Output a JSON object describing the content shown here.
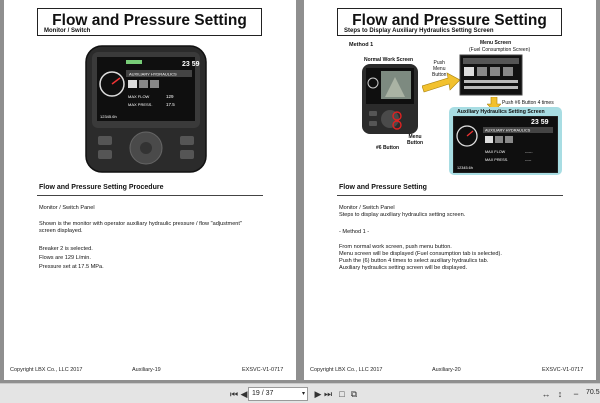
{
  "left_page": {
    "title": "Flow and Pressure Setting",
    "subtitle": "Monitor / Switch",
    "screen": {
      "time": "23 59",
      "header_label": "AUXILIARY HYDRAULICS",
      "row1_label": "MAX FLOW",
      "row1_value": "129",
      "row2_label": "MAX PRESS.",
      "row2_value": "17.5",
      "hours": "12345.6h"
    },
    "section_title": "Flow and Pressure Setting Procedure",
    "para1": "Monitor / Switch Panel",
    "para2_line1": "Shown is the monitor with operator auxiliary hydraulic pressure / flow \"adjustment\"",
    "para2_line2": "screen displayed.",
    "list": [
      "Breaker 2 is selected.",
      "Flows are 129 L/min.",
      "Pressure set at 17.5 MPa."
    ],
    "footer_left": "Copyright LBX Co., LLC 2017",
    "footer_center": "Auxiliary-19",
    "footer_right": "EXSVC-V1-0717"
  },
  "right_page": {
    "title": "Flow and Pressure Setting",
    "subtitle": "Steps to Display Auxiliary Hydraulics Setting Screen",
    "method_label": "Method 1",
    "normal_work_label": "Normal Work Screen",
    "menu_screen_label": "Menu Screen",
    "menu_screen_sub": "(Fuel Consumption Screen)",
    "push_menu": [
      "Push",
      "Menu",
      "Button"
    ],
    "push_six": "Push #6 Button 4 times",
    "aux_title": "Auxiliary Hydraulics Setting Screen",
    "menu_button": [
      "Menu",
      "Button"
    ],
    "six_button": "#6 Button",
    "aux_screen": {
      "time": "23 59",
      "header_label": "AUXILIARY HYDRAULICS",
      "row1_label": "MAX FLOW",
      "row1_value": "------",
      "row2_label": "MAX PRESS.",
      "row2_value": "-----",
      "hours": "12345.6h"
    },
    "section_title": "Flow and Pressure Setting",
    "para1": "Monitor / Switch Panel",
    "para2": "Steps to display auxiliary hydraulics setting screen.",
    "method_line": "- Method 1 -",
    "steps": [
      "From normal work screen, push menu button.",
      "Menu screen will be displayed (Fuel consumption tab is selected).",
      "Push the (6) button 4 times to select auxiliary hydraulics tab.",
      "Auxiliary hydraulics setting screen will be displayed."
    ],
    "footer_left": "Copyright LBX Co., LLC 2017",
    "footer_center": "Auxiliary-20",
    "footer_right": "EXSVC-V1-0717"
  },
  "toolbar": {
    "page_value": "19 / 37",
    "zoom": "70.5"
  },
  "colors": {
    "aux_panel_bg": "#a8dde3",
    "arrow": "#f2c12e",
    "screen_bg": "#1a1a1a"
  }
}
